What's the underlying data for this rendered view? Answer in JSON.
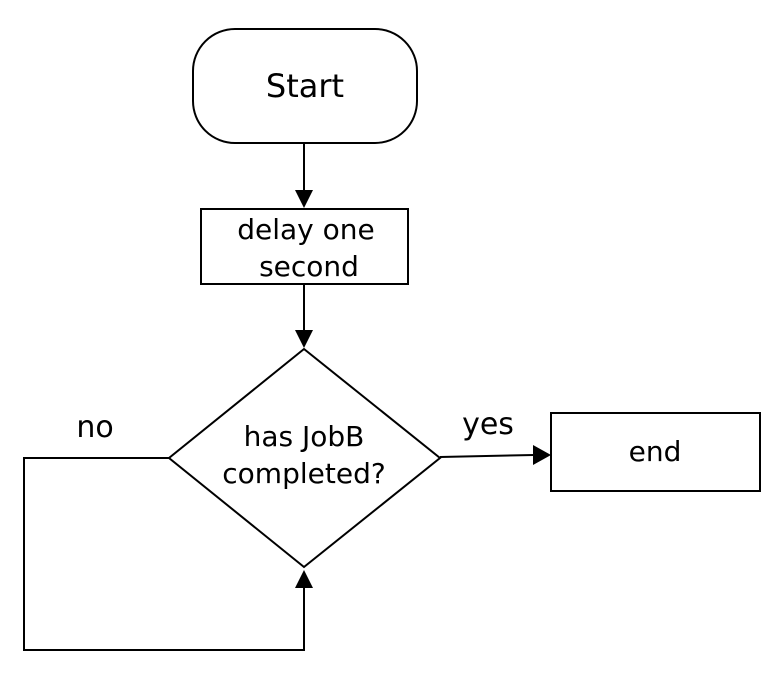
{
  "nodes": {
    "start": {
      "label": "Start"
    },
    "delay": {
      "line1": "delay one",
      "line2": "second"
    },
    "decision": {
      "line1": "has JobB",
      "line2": "completed?"
    },
    "end": {
      "label": "end"
    }
  },
  "edges": {
    "no_label": "no",
    "yes_label": "yes"
  }
}
